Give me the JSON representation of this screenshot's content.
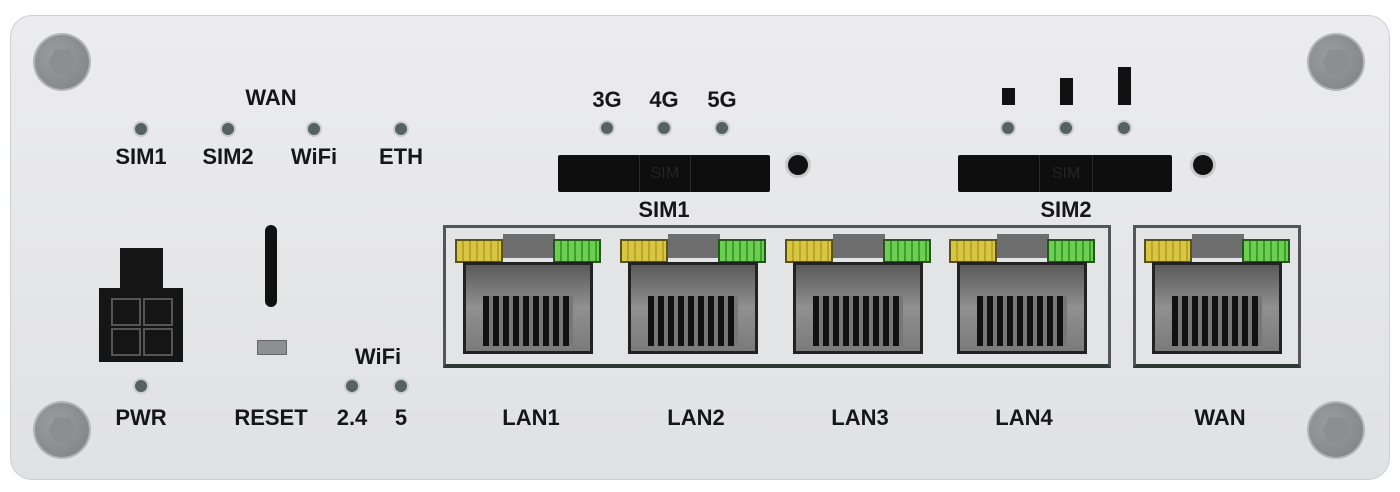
{
  "status_leds": {
    "group_label": "WAN",
    "labels": [
      "SIM1",
      "SIM2",
      "WiFi",
      "ETH"
    ]
  },
  "network_leds": [
    "3G",
    "4G",
    "5G"
  ],
  "signal_strength_bars": 3,
  "sim_slots": [
    {
      "label": "SIM1",
      "slot_text": "SIM"
    },
    {
      "label": "SIM2",
      "slot_text": "SIM"
    }
  ],
  "power": {
    "label": "PWR"
  },
  "reset": {
    "label": "RESET"
  },
  "wifi_leds": {
    "group_label": "WiFi",
    "labels": [
      "2.4",
      "5"
    ]
  },
  "ports": [
    {
      "label": "LAN1"
    },
    {
      "label": "LAN2"
    },
    {
      "label": "LAN3"
    },
    {
      "label": "LAN4"
    },
    {
      "label": "WAN"
    }
  ],
  "colors": {
    "panel": "#e4e5e7",
    "led_link": "#d8c540",
    "led_activity": "#6ccf52"
  }
}
